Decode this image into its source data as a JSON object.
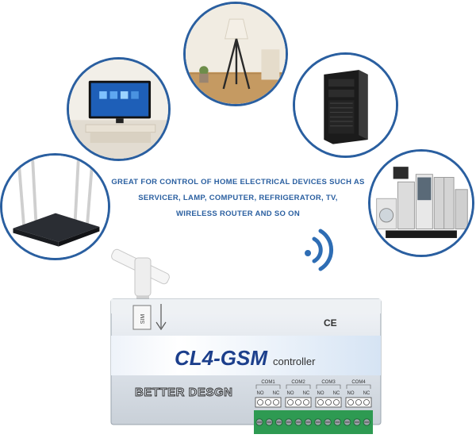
{
  "description": {
    "line1": "GREAT FOR CONTROL OF HOME ELECTRICAL DEVICES SUCH AS",
    "line2": "SERVICER, LAMP, COMPUTER, REFRIGERATOR, TV,",
    "line3": "WIRELESS ROUTER AND SO ON"
  },
  "device": {
    "model": "CL4-GSM",
    "subtitle": "controller",
    "brand": "BETTER DESGN",
    "sim_label": "SIM",
    "ce_mark": "CE",
    "relays": [
      {
        "name": "COM1",
        "no": "NO",
        "nc": "NC"
      },
      {
        "name": "COM2",
        "no": "NO",
        "nc": "NC"
      },
      {
        "name": "COM3",
        "no": "NO",
        "nc": "NC"
      },
      {
        "name": "COM4",
        "no": "NO",
        "nc": "NC"
      }
    ]
  },
  "colors": {
    "accent": "#2a5fa0",
    "label_blue": "#2e6db4",
    "terminal_green": "#2e9a52"
  },
  "icons": [
    "floor-lamp-icon",
    "tv-icon",
    "computer-tower-icon",
    "wifi-router-icon",
    "home-appliances-icon",
    "wireless-signal-icon",
    "antenna-icon"
  ]
}
